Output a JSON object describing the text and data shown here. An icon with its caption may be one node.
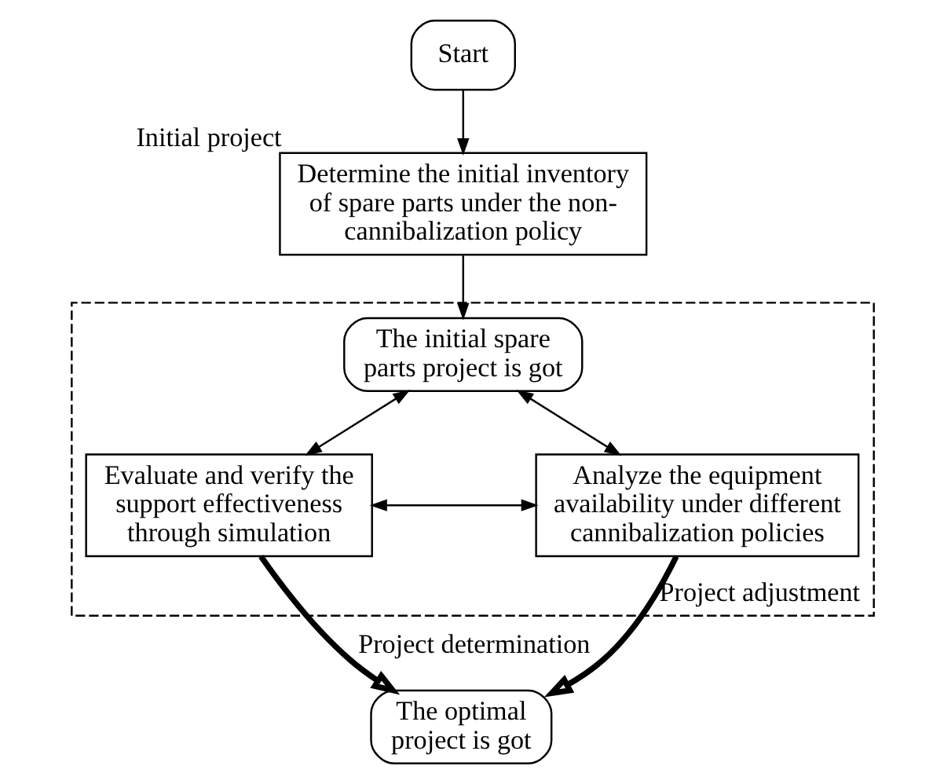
{
  "diagram": {
    "nodes": [
      {
        "text": [
          "Start"
        ]
      },
      {
        "text": [
          "Determine the initial inventory of spare parts under the non-cannibalization policy"
        ],
        "beside": [
          "Initial project"
        ]
      },
      {
        "text": [
          "Project adjustment"
        ]
      },
      {
        "text": [
          "The initial spare parts project is got"
        ],
        "in": 2
      },
      {
        "text": [
          "Evaluate and verify the support effectiveness through simulation"
        ],
        "in": 2
      },
      {
        "text": [
          "Analyze the equipment availability under different cannibalization policies"
        ],
        "in": 2
      },
      {
        "text": [
          "The optimal project is got"
        ]
      }
    ],
    "edges": [
      {
        "from": 0,
        "to": 1,
        "arrow": "to"
      },
      {
        "from": 1,
        "to": 3,
        "arrow": "to"
      },
      {
        "from": 3,
        "to": 4,
        "arrow": "both"
      },
      {
        "from": 3,
        "to": 5,
        "arrow": "both"
      },
      {
        "from": 4,
        "to": 5,
        "arrow": "both"
      },
      {
        "from": 4,
        "to": 6,
        "arrow": "to",
        "style": "thick",
        "label": "Project determination"
      },
      {
        "from": 5,
        "to": 6,
        "arrow": "to",
        "style": "thick"
      }
    ]
  }
}
